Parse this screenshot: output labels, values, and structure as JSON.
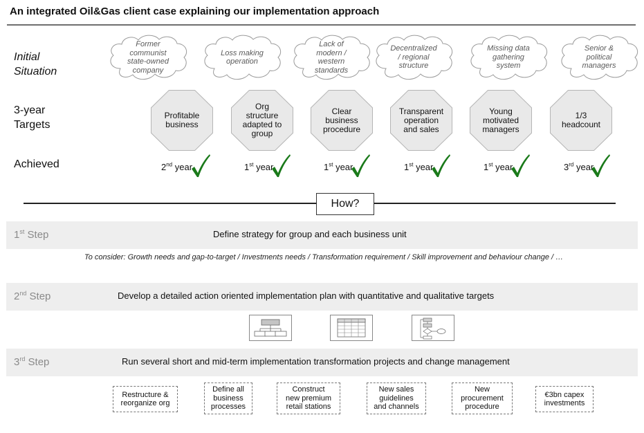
{
  "title": "An integrated Oil&Gas client case explaining our implementation approach",
  "rows": {
    "initial_line1": "Initial",
    "initial_line2": "Situation",
    "targets_line1": "3-year",
    "targets_line2": "Targets",
    "achieved": "Achieved"
  },
  "clouds": [
    [
      "Former",
      "communist",
      "state-owned",
      "company"
    ],
    [
      "Loss making",
      "operation"
    ],
    [
      "Lack of",
      "modern /",
      "western",
      "standards"
    ],
    [
      "Decentralized",
      "/ regional",
      "structure"
    ],
    [
      "Missing data",
      "gathering",
      "system"
    ],
    [
      "Senior &",
      "political",
      "managers"
    ]
  ],
  "targets": [
    [
      "Profitable",
      "business"
    ],
    [
      "Org",
      "structure",
      "adapted to",
      "group"
    ],
    [
      "Clear",
      "business",
      "procedure"
    ],
    [
      "Transparent",
      "operation",
      "and sales"
    ],
    [
      "Young",
      "motivated",
      "managers"
    ],
    [
      "1/3",
      "headcount"
    ]
  ],
  "achieved": [
    {
      "num": "2",
      "sup": "nd",
      "word": " year"
    },
    {
      "num": "1",
      "sup": "st",
      "word": " year"
    },
    {
      "num": "1",
      "sup": "st",
      "word": " year"
    },
    {
      "num": "1",
      "sup": "st",
      "word": " year"
    },
    {
      "num": "1",
      "sup": "st",
      "word": " year"
    },
    {
      "num": "3",
      "sup": "rd",
      "word": " year"
    }
  ],
  "check_color": "#1a7a1a",
  "how": "How?",
  "steps": [
    {
      "num": "1",
      "sup": "st",
      "word": " Step",
      "text": "Define strategy for group and each business unit"
    },
    {
      "num": "2",
      "sup": "nd",
      "word": " Step",
      "text": "Develop a detailed action oriented implementation plan with quantitative and qualitative targets"
    },
    {
      "num": "3",
      "sup": "rd",
      "word": " Step",
      "text": "Run several short and mid-term implementation transformation projects and change management"
    }
  ],
  "consider": "To consider: Growth needs and gap-to-target / Investments needs / Transformation requirement / Skill improvement and behaviour change / …",
  "tool_icons": [
    "org-chart-icon",
    "table-grid-icon",
    "flowchart-icon"
  ],
  "projects": [
    [
      "Restructure &",
      "reorganize org"
    ],
    [
      "Define all",
      "business",
      "processes"
    ],
    [
      "Construct",
      "new premium",
      "retail stations"
    ],
    [
      "New sales",
      "guidelines",
      "and channels"
    ],
    [
      "New",
      "procurement",
      "procedure"
    ],
    [
      "€3bn capex",
      "investments"
    ]
  ]
}
